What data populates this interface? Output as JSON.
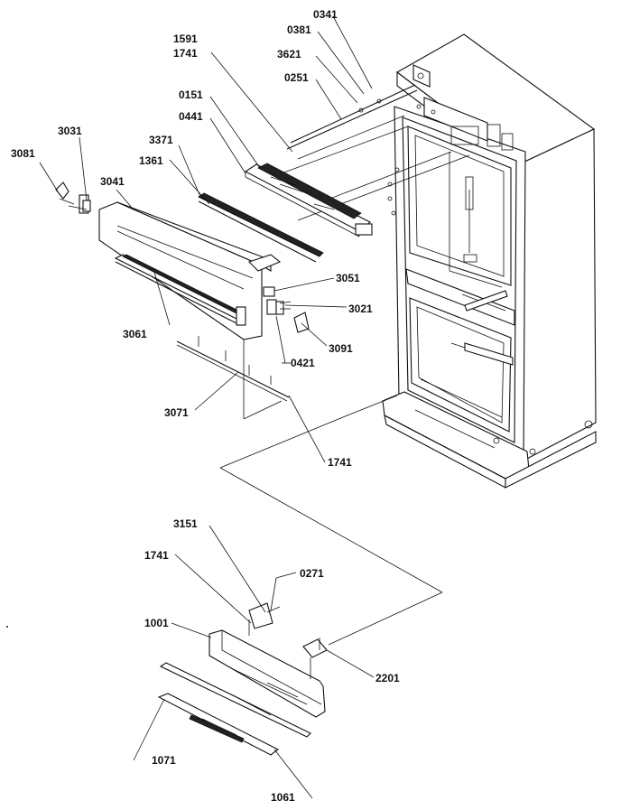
{
  "callouts": {
    "c0341": "0341",
    "c0381": "0381",
    "c1591": "1591",
    "c1741a": "1741",
    "c3621": "3621",
    "c0251": "0251",
    "c0151": "0151",
    "c0441": "0441",
    "c3371": "3371",
    "c3031": "3031",
    "c3081": "3081",
    "c1361": "1361",
    "c3041": "3041",
    "c3051": "3051",
    "c3021": "3021",
    "c3061": "3061",
    "c3091": "3091",
    "c0421": "0421",
    "c3071": "3071",
    "c1741b": "1741",
    "c3151": "3151",
    "c1741c": "1741",
    "c0271": "0271",
    "c1001": "1001",
    "c2201": "2201",
    "c1071": "1071",
    "c1061": "1061"
  }
}
